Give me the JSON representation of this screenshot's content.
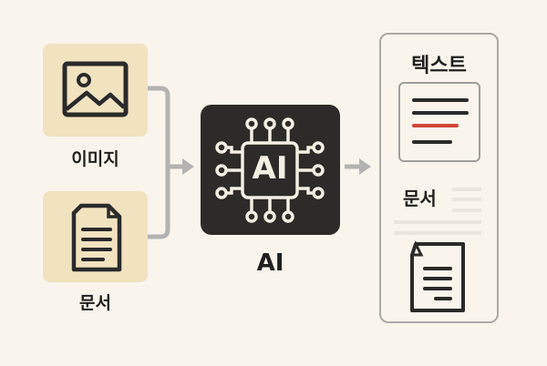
{
  "inputs": [
    {
      "label": "이미지",
      "icon": "image-icon"
    },
    {
      "label": "문서",
      "icon": "document-icon"
    }
  ],
  "processor": {
    "chip_text": "AI",
    "label": "AI",
    "icon": "ai-chip-icon"
  },
  "output": {
    "text_title": "텍스트",
    "doc_title": "문서"
  },
  "colors": {
    "background": "#f9f5ec",
    "input_box": "#f1e2c0",
    "chip": "#2c2b29",
    "accent": "#d0453a",
    "connector": "#b3b3b3"
  }
}
